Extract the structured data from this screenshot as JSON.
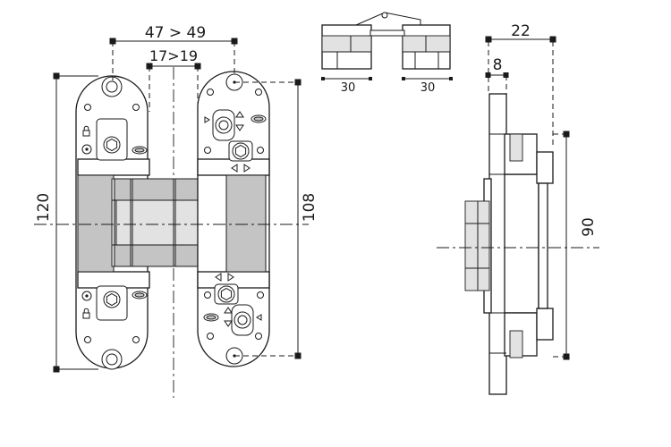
{
  "dimensions": {
    "front_open_width": "47 > 49",
    "front_offset": "17>19",
    "front_height": "120",
    "front_leaf_height": "108",
    "top_left_width": "30",
    "top_right_width": "30",
    "side_depth": "22",
    "side_offset": "8",
    "side_height": "90"
  },
  "colors": {
    "line": "#1a1a1a",
    "fill_grey": "#c4c4c4",
    "background": "#ffffff"
  },
  "icons": [
    "lock-icon",
    "adjust-screw-icon",
    "brand-logo-icon",
    "adjust-arrow-icon"
  ]
}
